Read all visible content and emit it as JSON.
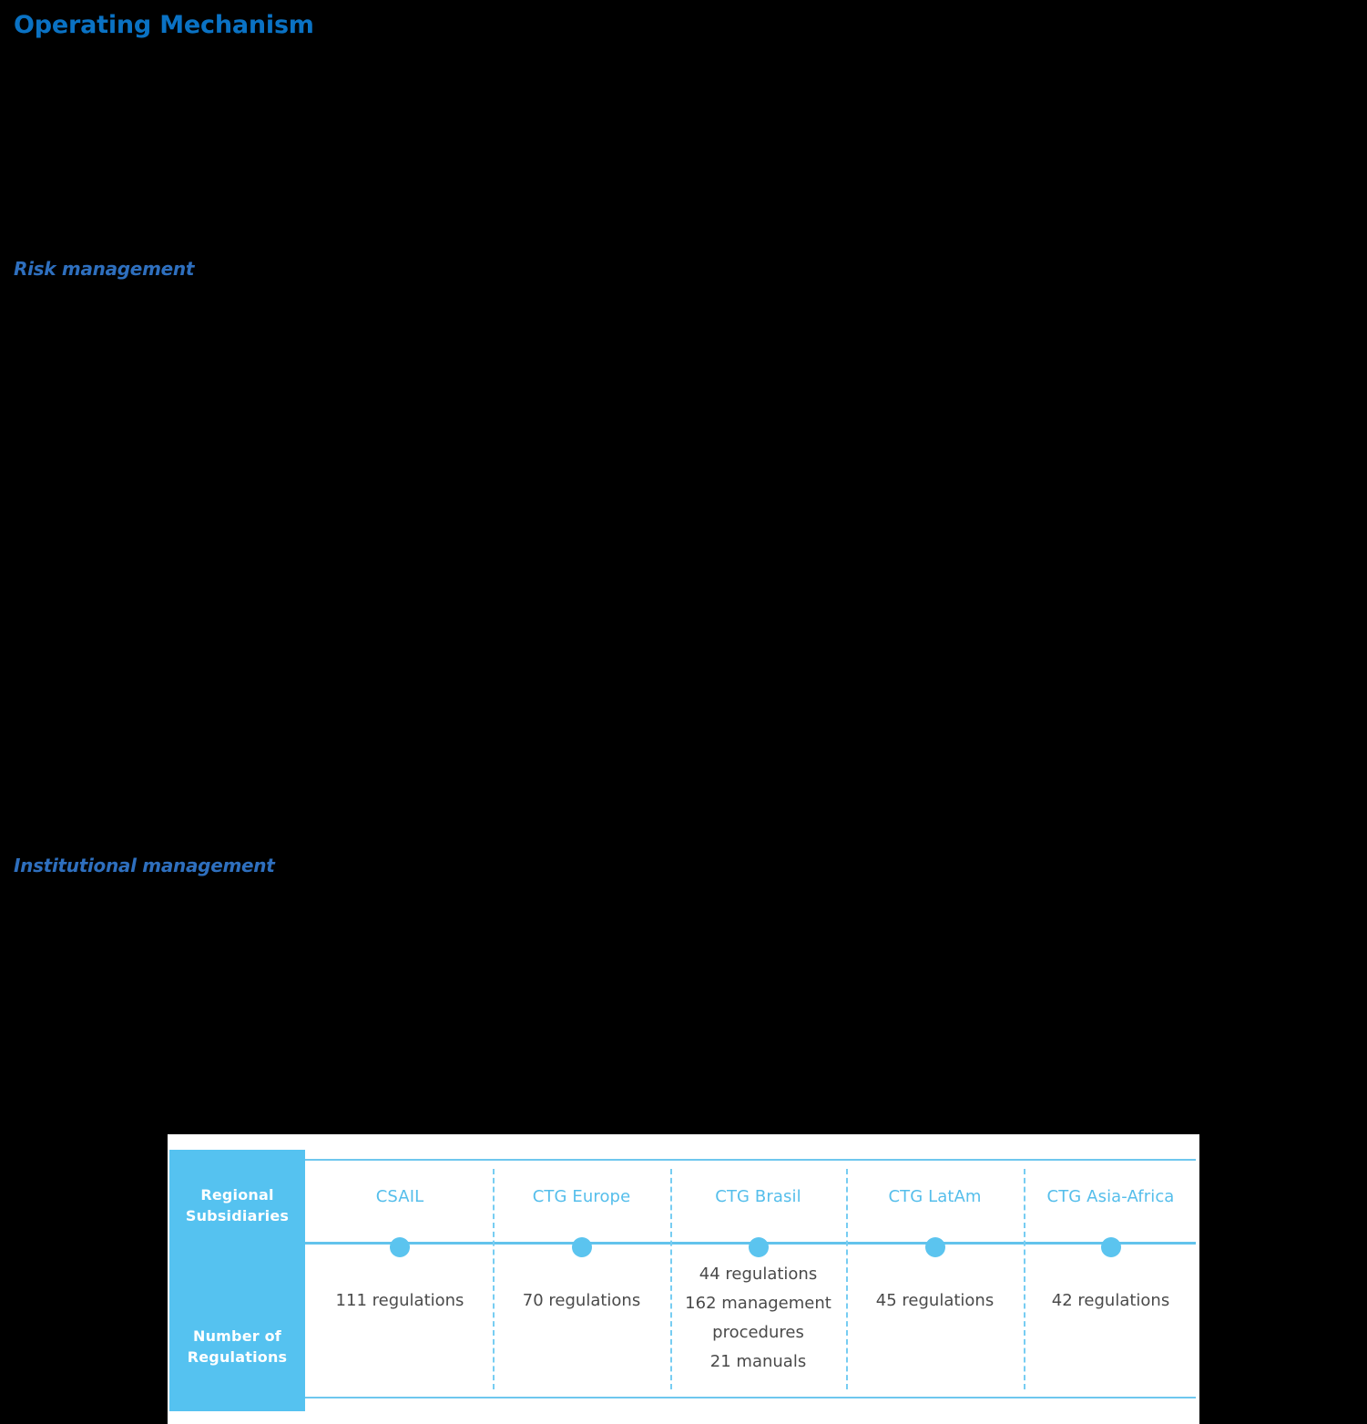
{
  "page": {
    "title": "Operating Mechanism",
    "background_color": "#000000",
    "title_color": "#0A72C4",
    "heading_color": "#2E6FBE",
    "accent_color": "#55C2F0"
  },
  "sections": [
    {
      "heading": "Risk management"
    },
    {
      "heading": "Institutional management"
    }
  ],
  "table": {
    "row_labels": [
      "Regional Subsidiaries",
      "Number of Regulations"
    ],
    "row_label_lines": {
      "regional": [
        "Regional",
        "Subsidiaries"
      ],
      "number": [
        "Number of",
        "Regulations"
      ]
    },
    "columns": [
      {
        "header": "CSAIL",
        "values": [
          "111 regulations"
        ]
      },
      {
        "header": "CTG Europe",
        "values": [
          "70 regulations"
        ]
      },
      {
        "header": "CTG Brasil",
        "values": [
          "44 regulations",
          "162 management procedures",
          "21 manuals"
        ]
      },
      {
        "header": "CTG LatAm",
        "values": [
          "45 regulations"
        ]
      },
      {
        "header": "CTG Asia-Africa",
        "values": [
          "42 regulations"
        ]
      }
    ]
  },
  "chart_data": {
    "type": "table",
    "title": "Regional Subsidiaries - Number of Regulations",
    "categories": [
      "CSAIL",
      "CTG Europe",
      "CTG Brasil",
      "CTG LatAm",
      "CTG Asia-Africa"
    ],
    "series": [
      {
        "name": "regulations",
        "values": [
          111,
          70,
          44,
          45,
          42
        ]
      },
      {
        "name": "management procedures",
        "values": [
          null,
          null,
          162,
          null,
          null
        ]
      },
      {
        "name": "manuals",
        "values": [
          null,
          null,
          21,
          null,
          null
        ]
      }
    ],
    "xlabel": "Regional Subsidiaries",
    "ylabel": "Number of Regulations",
    "legend": "none",
    "grid": false
  }
}
